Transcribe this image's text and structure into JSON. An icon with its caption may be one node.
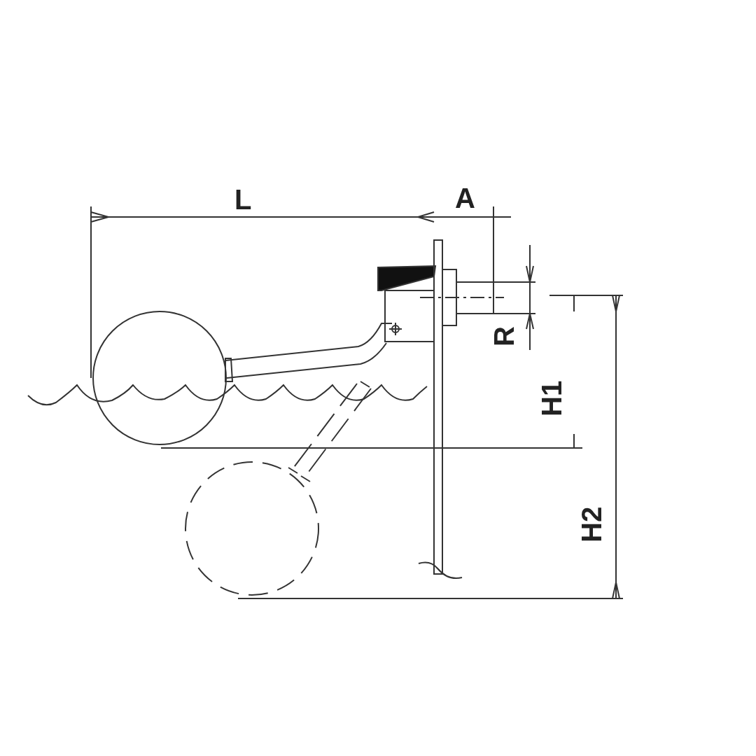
{
  "diagram": {
    "labels": [
      "L",
      "A",
      "R",
      "H1",
      "H2"
    ]
  }
}
